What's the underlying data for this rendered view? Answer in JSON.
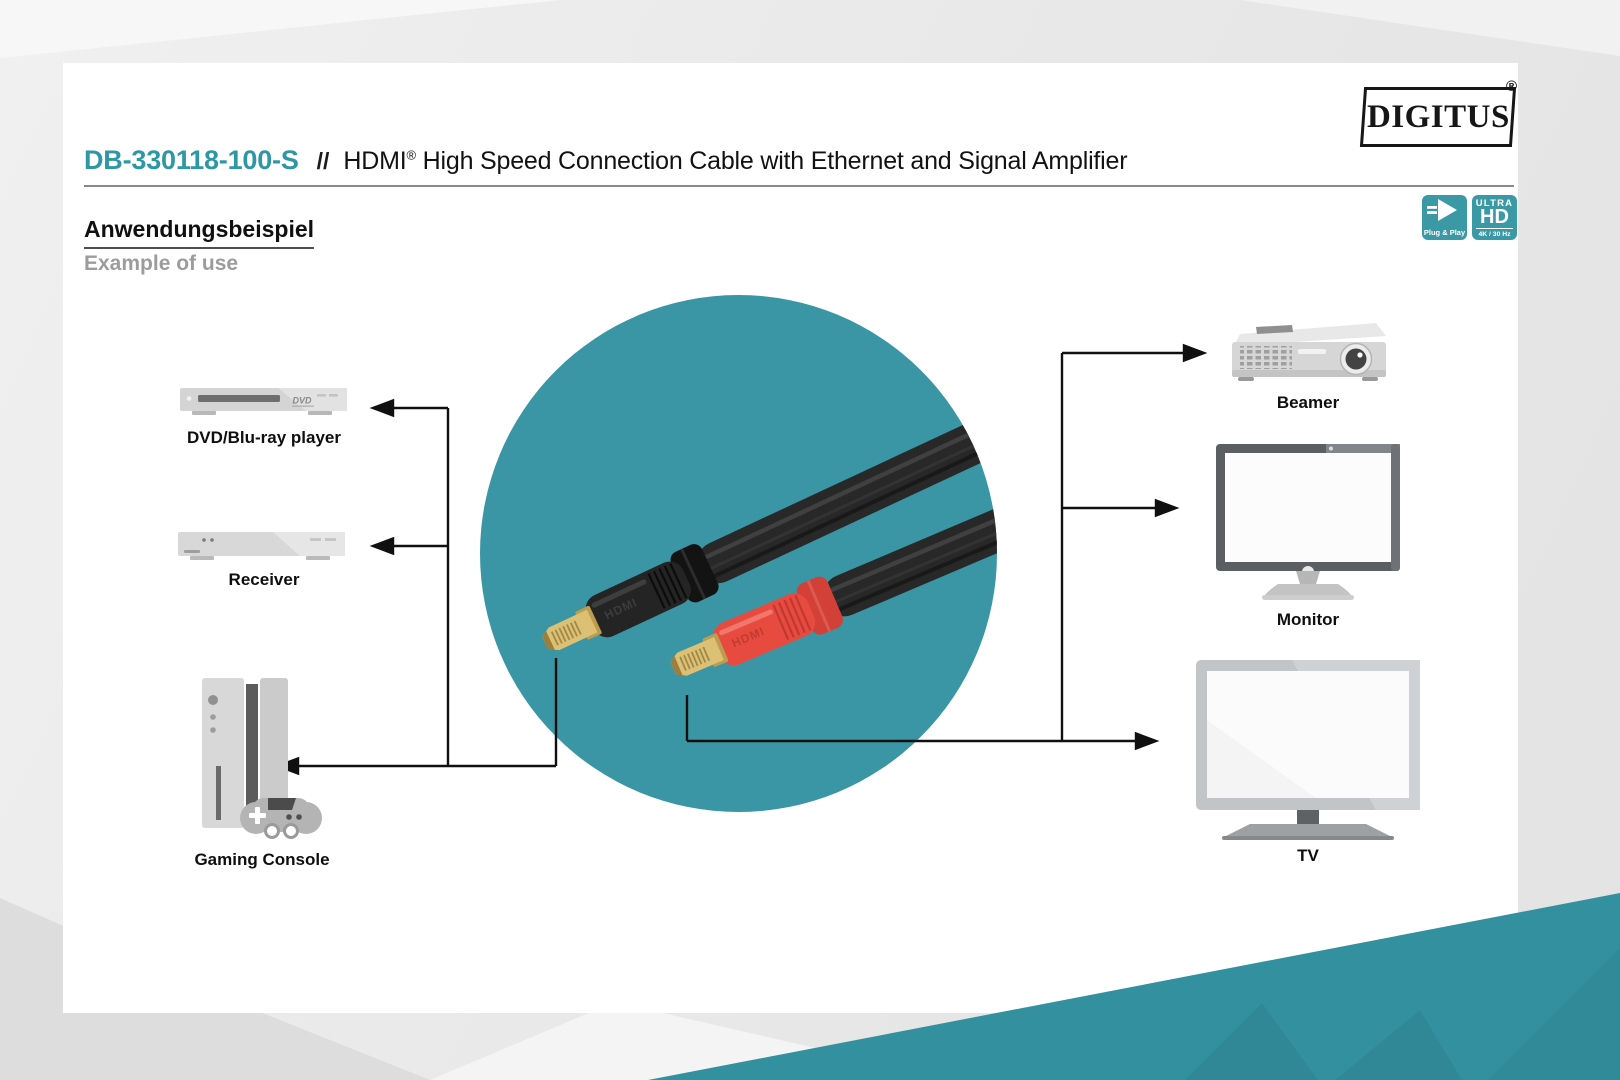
{
  "colors": {
    "teal-accent": "#2e97a6",
    "teal-circle": "#3a96a4",
    "teal-wedge": "#33909f",
    "teal-badge": "#3b99a6"
  },
  "header": {
    "logo_text": "DIGITUS",
    "logo_reg": "®",
    "product_code": "DB-330118-100-S",
    "separator": "//",
    "title_brand": "HDMI",
    "title_reg": "®",
    "title_rest": "High Speed Connection Cable with Ethernet and Signal Amplifier"
  },
  "badges": {
    "plug_play": {
      "label": "Plug & Play"
    },
    "ultra_hd": {
      "line1": "ULTRA",
      "line2": "HD",
      "line3": "4K / 30 Hz"
    }
  },
  "section": {
    "heading_de": "Anwendungsbeispiel",
    "heading_en": "Example of use"
  },
  "diagram": {
    "dvd_logo": "DVD",
    "connector_text": "HDMI",
    "left_devices": [
      {
        "label": "DVD/Blu-ray player"
      },
      {
        "label": "Receiver"
      },
      {
        "label": "Gaming Console"
      }
    ],
    "right_devices": [
      {
        "label": "Beamer"
      },
      {
        "label": "Monitor"
      },
      {
        "label": "TV"
      }
    ]
  }
}
